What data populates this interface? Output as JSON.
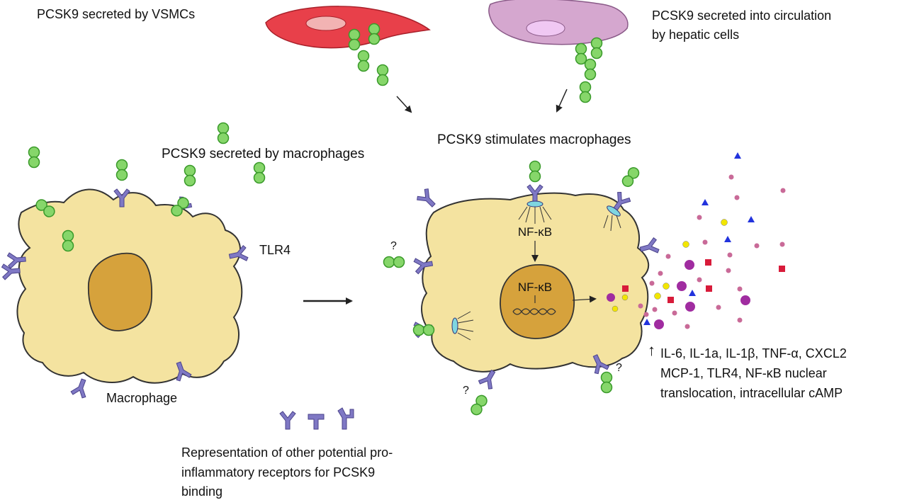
{
  "labels": {
    "vsmc": "PCSK9 secreted by VSMCs",
    "hepatic_line1": "PCSK9 secreted into circulation",
    "hepatic_line2": "by hepatic cells",
    "stimulates": "PCSK9 stimulates macrophages",
    "secreted_by_macrophages": "PCSK9 secreted by macrophages",
    "tlr4": "TLR4",
    "macrophage": "Macrophage",
    "nfkb_cytoplasm": "NF-κB",
    "nfkb_nucleus": "NF-κB",
    "question": "?",
    "outcome_arrow": "↑",
    "outcome_line1": "IL-6, IL-1a, IL-1β, TNF-α, CXCL2",
    "outcome_line2": "MCP-1, TLR4, NF-κB nuclear",
    "outcome_line3": "translocation, intracellular cAMP",
    "receptors_line1": "Representation of other potential pro-",
    "receptors_line2": "inflammatory receptors for PCSK9",
    "receptors_line3": "binding"
  },
  "colors": {
    "macrophage": "#f4e3a0",
    "nucleus": "#d6a23c",
    "pcsk9": "#86d66a",
    "receptor": "#7f78c4",
    "vsmc": "#e8404a",
    "hepatic": "#d5a7cf",
    "cytokine_pink": "#c96a98",
    "cytokine_purple": "#a02ca0",
    "cytokine_red": "#d81b3a",
    "cytokine_yellow": "#f2e600",
    "cytokine_blue": "#2233dd"
  }
}
